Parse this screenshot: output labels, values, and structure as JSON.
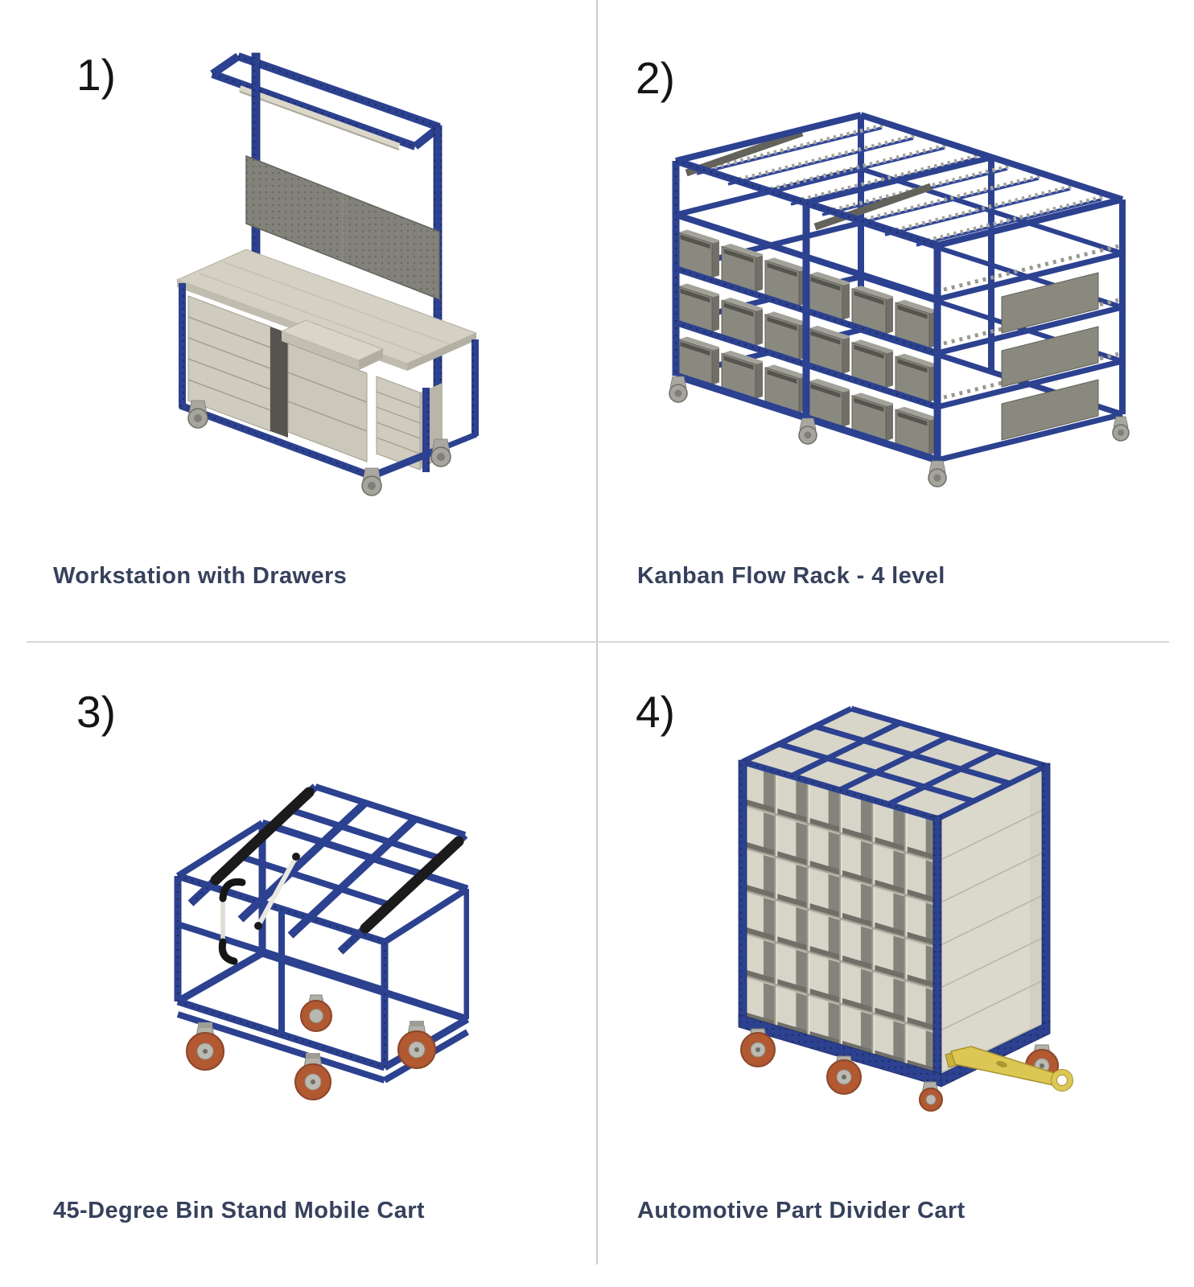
{
  "page": {
    "background": "#ffffff",
    "divider_color": "#cdd0d4"
  },
  "products": [
    {
      "number": "1)",
      "caption": "Workstation with Drawers",
      "image": "workstation-with-drawers-render"
    },
    {
      "number": "2)",
      "caption": "Kanban Flow Rack - 4 level",
      "image": "kanban-flow-rack-4-level-render"
    },
    {
      "number": "3)",
      "caption": "45-Degree Bin Stand Mobile Cart",
      "image": "45-degree-bin-stand-mobile-cart-render"
    },
    {
      "number": "4)",
      "caption": "Automotive Part Divider Cart",
      "image": "automotive-part-divider-cart-render"
    }
  ],
  "colors": {
    "label_text": "#151515",
    "caption_text": "#36415c",
    "frame_blue": "#2c418f",
    "panel_beige": "#d6d3c6",
    "bin_gray": "#87867e",
    "pegboard_gray": "#82827b",
    "caster_orange": "#b15a36",
    "towbar_yellow": "#dcc754"
  }
}
